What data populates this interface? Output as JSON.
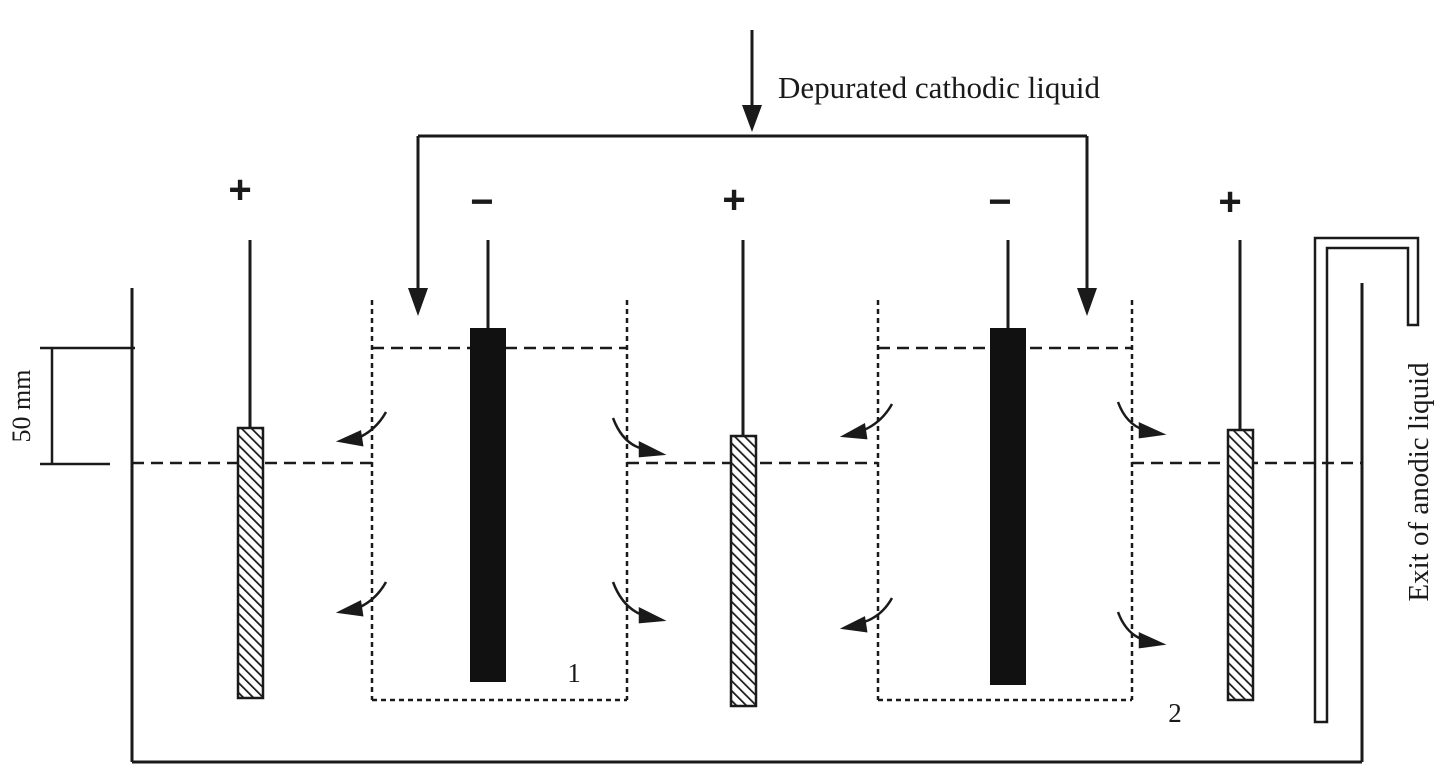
{
  "labels": {
    "inlet": "Depurated cathodic liquid",
    "exit": "Exit of anodic liquid",
    "dimension": "50 mm",
    "compartment_1": "1",
    "compartment_2": "2"
  },
  "electrodes": [
    {
      "polarity": "+",
      "type": "anode"
    },
    {
      "polarity": "−",
      "type": "cathode"
    },
    {
      "polarity": "+",
      "type": "anode"
    },
    {
      "polarity": "−",
      "type": "cathode"
    },
    {
      "polarity": "+",
      "type": "anode"
    }
  ],
  "colors": {
    "line": "#1a1a1a",
    "cathode_fill": "#111111",
    "anode_hatch": "#1a1a1a",
    "background": "#ffffff"
  }
}
